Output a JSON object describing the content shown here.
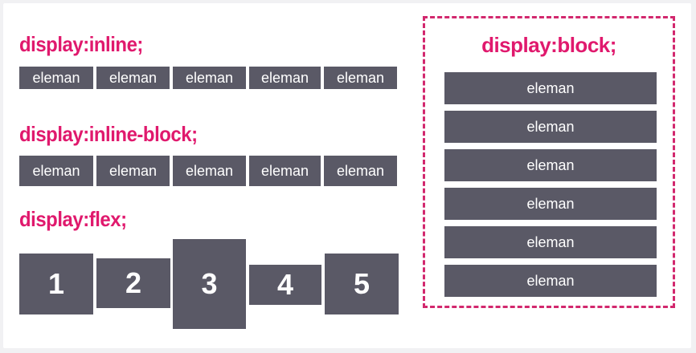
{
  "inline": {
    "heading": "display:inline;",
    "items": [
      "eleman",
      "eleman",
      "eleman",
      "eleman",
      "eleman"
    ]
  },
  "inline_block": {
    "heading": "display:inline-block;",
    "items": [
      "eleman",
      "eleman",
      "eleman",
      "eleman",
      "eleman"
    ]
  },
  "flex": {
    "heading": "display:flex;",
    "items": [
      "1",
      "2",
      "3",
      "4",
      "5"
    ]
  },
  "block": {
    "heading": "display:block;",
    "items": [
      "eleman",
      "eleman",
      "eleman",
      "eleman",
      "eleman",
      "eleman"
    ]
  },
  "colors": {
    "accent": "#e0196d",
    "box": "#5a5966",
    "dashed_border": "#d2286e"
  }
}
